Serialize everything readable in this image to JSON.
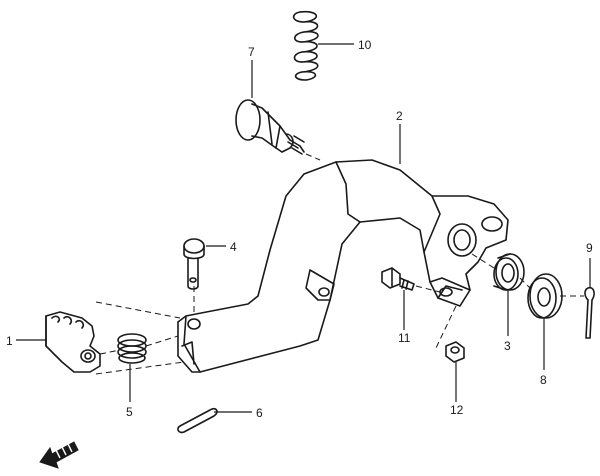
{
  "diagram": {
    "callouts": [
      {
        "id": "c1",
        "label": "1"
      },
      {
        "id": "c2",
        "label": "2"
      },
      {
        "id": "c3",
        "label": "3"
      },
      {
        "id": "c4",
        "label": "4"
      },
      {
        "id": "c5",
        "label": "5"
      },
      {
        "id": "c6",
        "label": "6"
      },
      {
        "id": "c7",
        "label": "7"
      },
      {
        "id": "c8",
        "label": "8"
      },
      {
        "id": "c9",
        "label": "9"
      },
      {
        "id": "c10",
        "label": "10"
      },
      {
        "id": "c11",
        "label": "11"
      },
      {
        "id": "c12",
        "label": "12"
      }
    ],
    "orientation_marker": "front-arrow-icon",
    "line_color": "#1a1a1a",
    "background_color": "#ffffff"
  }
}
